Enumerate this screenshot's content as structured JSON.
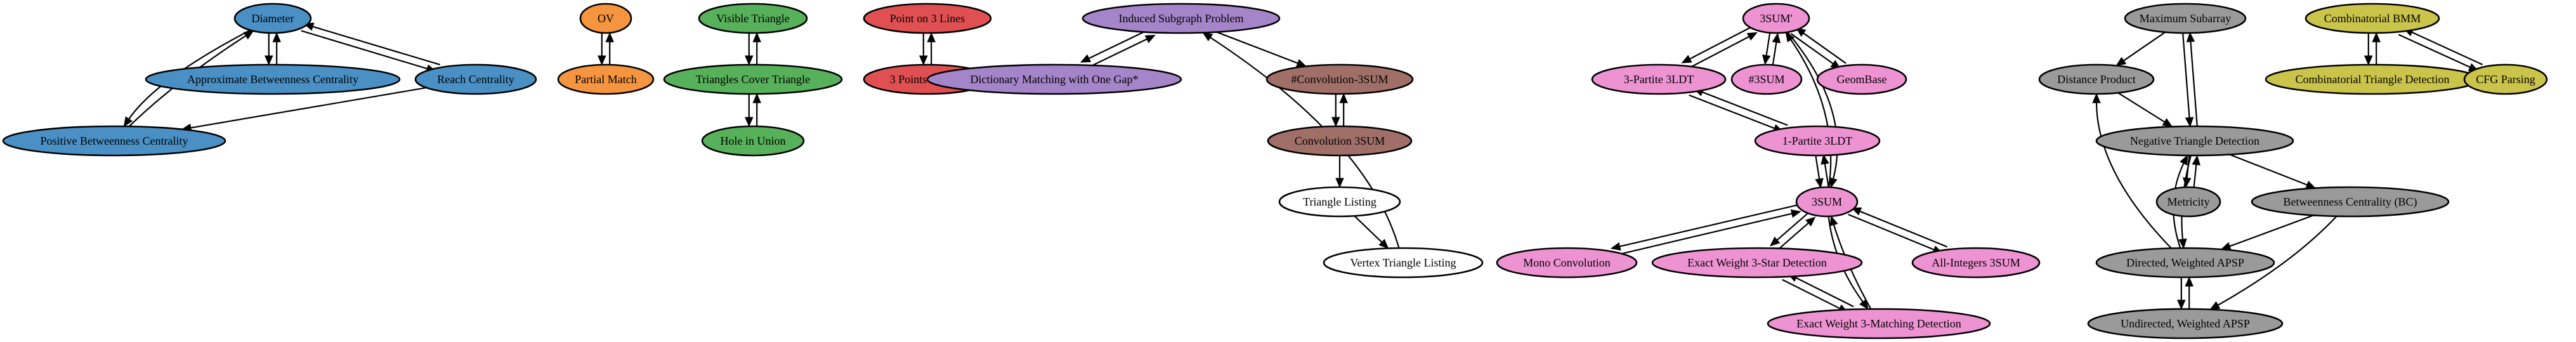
{
  "colors": {
    "blue": "#4a90c4",
    "orange": "#f5953f",
    "green": "#57b05a",
    "red": "#e05052",
    "purple": "#a585c9",
    "brown": "#a07068",
    "white": "#ffffff",
    "pink": "#ed93d2",
    "gray": "#9a9a9a",
    "olive": "#cbc44a"
  },
  "nodes": [
    {
      "id": "diameter",
      "label": "Diameter",
      "color": "blue"
    },
    {
      "id": "approx_bc",
      "label": "Approximate Betweenness Centrality",
      "color": "blue"
    },
    {
      "id": "reach",
      "label": "Reach Centrality",
      "color": "blue"
    },
    {
      "id": "pos_bc",
      "label": "Positive Betweenness Centrality",
      "color": "blue"
    },
    {
      "id": "ov",
      "label": "OV",
      "color": "orange"
    },
    {
      "id": "partial",
      "label": "Partial Match",
      "color": "orange"
    },
    {
      "id": "visible_tri",
      "label": "Visible Triangle",
      "color": "green"
    },
    {
      "id": "tri_cover",
      "label": "Triangles Cover Triangle",
      "color": "green"
    },
    {
      "id": "hole_union",
      "label": "Hole in Union",
      "color": "green"
    },
    {
      "id": "point_3lines",
      "label": "Point on 3 Lines",
      "color": "red"
    },
    {
      "id": "three_pts_line",
      "label": "3 Points on Line",
      "color": "red"
    },
    {
      "id": "induced_sub",
      "label": "Induced Subgraph Problem",
      "color": "purple"
    },
    {
      "id": "dict_match",
      "label": "Dictionary Matching with One Gap*",
      "color": "purple"
    },
    {
      "id": "sharp_conv",
      "label": "#Convolution-3SUM",
      "color": "brown"
    },
    {
      "id": "conv_3sum",
      "label": "Convolution 3SUM",
      "color": "brown"
    },
    {
      "id": "tri_listing",
      "label": "Triangle Listing",
      "color": "white"
    },
    {
      "id": "vtx_tri_listing",
      "label": "Vertex Triangle Listing",
      "color": "white"
    },
    {
      "id": "three_sum_prime",
      "label": "3SUM'",
      "color": "pink"
    },
    {
      "id": "three_partite",
      "label": "3-Partite 3LDT",
      "color": "pink"
    },
    {
      "id": "sharp3sum",
      "label": "#3SUM",
      "color": "pink"
    },
    {
      "id": "geombase",
      "label": "GeomBase",
      "color": "pink"
    },
    {
      "id": "one_partite",
      "label": "1-Partite 3LDT",
      "color": "pink"
    },
    {
      "id": "three_sum",
      "label": "3SUM",
      "color": "pink"
    },
    {
      "id": "mono_conv",
      "label": "Mono Convolution",
      "color": "pink"
    },
    {
      "id": "exact_star",
      "label": "Exact Weight 3-Star Detection",
      "color": "pink"
    },
    {
      "id": "all_int",
      "label": "All-Integers 3SUM",
      "color": "pink"
    },
    {
      "id": "exact_match",
      "label": "Exact Weight 3-Matching Detection",
      "color": "pink"
    },
    {
      "id": "max_subarray",
      "label": "Maximum Subarray",
      "color": "gray"
    },
    {
      "id": "dist_product",
      "label": "Distance Product",
      "color": "gray"
    },
    {
      "id": "neg_tri",
      "label": "Negative Triangle Detection",
      "color": "gray"
    },
    {
      "id": "metricity",
      "label": "Metricity",
      "color": "gray"
    },
    {
      "id": "bc",
      "label": "Betweenness Centrality (BC)",
      "color": "gray"
    },
    {
      "id": "dir_apsp",
      "label": "Directed, Weighted APSP",
      "color": "gray"
    },
    {
      "id": "undir_apsp",
      "label": "Undirected, Weighted APSP",
      "color": "gray"
    },
    {
      "id": "comb_bmm",
      "label": "Combinatorial BMM",
      "color": "olive"
    },
    {
      "id": "comb_tri",
      "label": "Combinatorial Triangle Detection",
      "color": "olive"
    },
    {
      "id": "cfg",
      "label": "CFG Parsing",
      "color": "olive"
    }
  ],
  "edges": [
    [
      "diameter",
      "approx_bc"
    ],
    [
      "approx_bc",
      "diameter"
    ],
    [
      "diameter",
      "reach"
    ],
    [
      "reach",
      "diameter"
    ],
    [
      "diameter",
      "pos_bc"
    ],
    [
      "pos_bc",
      "diameter"
    ],
    [
      "reach",
      "pos_bc"
    ],
    [
      "ov",
      "partial"
    ],
    [
      "partial",
      "ov"
    ],
    [
      "visible_tri",
      "tri_cover"
    ],
    [
      "tri_cover",
      "visible_tri"
    ],
    [
      "tri_cover",
      "hole_union"
    ],
    [
      "hole_union",
      "tri_cover"
    ],
    [
      "point_3lines",
      "three_pts_line"
    ],
    [
      "three_pts_line",
      "point_3lines"
    ],
    [
      "induced_sub",
      "dict_match"
    ],
    [
      "dict_match",
      "induced_sub"
    ],
    [
      "induced_sub",
      "sharp_conv"
    ],
    [
      "sharp_conv",
      "conv_3sum"
    ],
    [
      "conv_3sum",
      "sharp_conv"
    ],
    [
      "conv_3sum",
      "tri_listing"
    ],
    [
      "tri_listing",
      "vtx_tri_listing"
    ],
    [
      "vtx_tri_listing",
      "induced_sub"
    ],
    [
      "three_sum_prime",
      "three_partite"
    ],
    [
      "three_partite",
      "three_sum_prime"
    ],
    [
      "three_sum_prime",
      "sharp3sum"
    ],
    [
      "sharp3sum",
      "three_sum_prime"
    ],
    [
      "three_sum_prime",
      "geombase"
    ],
    [
      "geombase",
      "three_sum_prime"
    ],
    [
      "three_sum_prime",
      "three_sum"
    ],
    [
      "three_sum",
      "three_sum_prime"
    ],
    [
      "three_partite",
      "one_partite"
    ],
    [
      "one_partite",
      "three_partite"
    ],
    [
      "one_partite",
      "three_sum"
    ],
    [
      "three_sum",
      "one_partite"
    ],
    [
      "three_sum",
      "mono_conv"
    ],
    [
      "mono_conv",
      "three_sum"
    ],
    [
      "three_sum",
      "exact_star"
    ],
    [
      "exact_star",
      "three_sum"
    ],
    [
      "three_sum",
      "all_int"
    ],
    [
      "all_int",
      "three_sum"
    ],
    [
      "three_sum",
      "exact_match"
    ],
    [
      "exact_match",
      "three_sum"
    ],
    [
      "exact_star",
      "exact_match"
    ],
    [
      "exact_match",
      "exact_star"
    ],
    [
      "max_subarray",
      "dist_product"
    ],
    [
      "max_subarray",
      "neg_tri"
    ],
    [
      "neg_tri",
      "max_subarray"
    ],
    [
      "dist_product",
      "neg_tri"
    ],
    [
      "neg_tri",
      "metricity"
    ],
    [
      "metricity",
      "neg_tri"
    ],
    [
      "neg_tri",
      "bc"
    ],
    [
      "neg_tri",
      "dir_apsp"
    ],
    [
      "dir_apsp",
      "neg_tri"
    ],
    [
      "dir_apsp",
      "dist_product"
    ],
    [
      "bc",
      "dir_apsp"
    ],
    [
      "bc",
      "undir_apsp"
    ],
    [
      "dir_apsp",
      "undir_apsp"
    ],
    [
      "undir_apsp",
      "dir_apsp"
    ],
    [
      "comb_bmm",
      "comb_tri"
    ],
    [
      "comb_tri",
      "comb_bmm"
    ],
    [
      "comb_bmm",
      "cfg"
    ],
    [
      "cfg",
      "comb_bmm"
    ]
  ]
}
